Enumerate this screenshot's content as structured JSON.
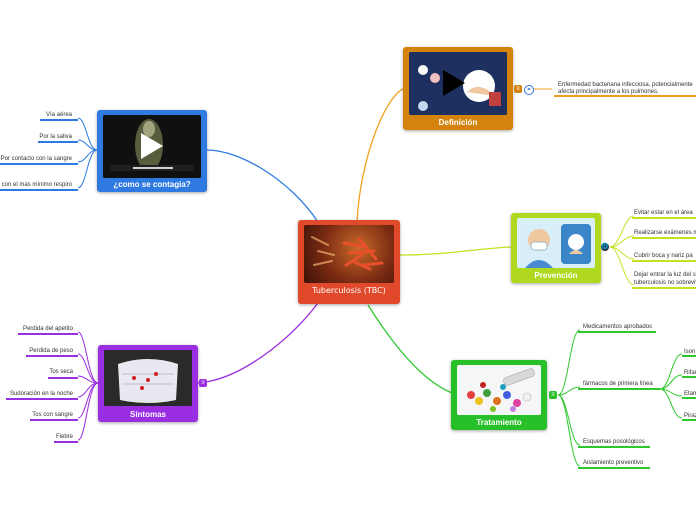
{
  "center": {
    "title": "Tuberculosis (TBC)"
  },
  "definicion": {
    "title": "Definición",
    "text_line1": "Enfermedad bacteriana infecciosa, potencialmente",
    "text_line2": "afecta principalmente a los pulmones."
  },
  "prevencion": {
    "title": "Prevención",
    "items": [
      "Evitar estar en el área",
      "Realizarse exámenes m",
      "Cubrir boca y nariz pa",
      "Dejar entrar la luz del sol",
      "tuberculosis no sobrevive"
    ]
  },
  "tratamiento": {
    "title": "Tratamiento",
    "items": [
      "Medicamentos aprobados",
      "fármacos de primera línea",
      "Esquemas posológicos",
      "Aislamiento preventivo"
    ],
    "farmacos": [
      "Ison",
      "Rifar",
      "Etam",
      "Piraz"
    ]
  },
  "contagia": {
    "title": "¿como se contagia?",
    "items": [
      "Vía aérea",
      "Por la saliva",
      "Por contacto con la sangre",
      "con el mas mínimo respiro"
    ]
  },
  "sintomas": {
    "title": "Síntomas",
    "items": [
      "Perdida del apetito",
      "Perdida de peso",
      "Tos seca",
      "Sudoración en la noche",
      "Tos con sangre",
      "Fiebre"
    ]
  },
  "colors": {
    "center": "#e04a2a",
    "definicion": "#e08b10",
    "prevencion": "#b8e020",
    "tratamiento": "#2ec82e",
    "contagia": "#2e7ae0",
    "sintomas": "#9a2ee0"
  }
}
